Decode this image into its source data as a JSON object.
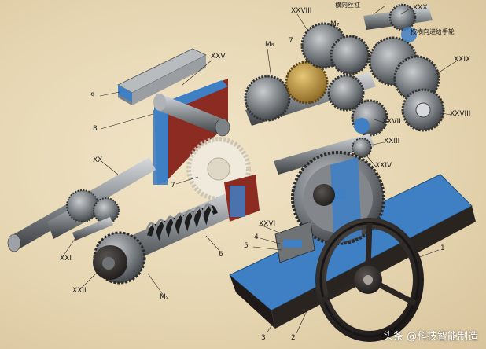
{
  "labels": {
    "lead_screw_cn": "横向丝杠",
    "xxx": "XXX",
    "handwheel_cn": "按横向进给手轮",
    "xxviii_top": "XXVIII",
    "m7": "M₇",
    "m8": "M₈",
    "num7_top": "7",
    "xxv": "XXV",
    "num9": "9",
    "num8": "8",
    "xxix": "XXIX",
    "xxviii_right": "XXVIII",
    "xxvii": "XXVII",
    "xxiii": "XXIII",
    "xxiv": "XXIV",
    "xx": "XX",
    "num7_mid": "7",
    "xxvi": "XXVI",
    "num4": "4",
    "num5": "5",
    "num6": "6",
    "xxi": "XXI",
    "xxii": "XXII",
    "m9": "M₉",
    "num1": "1",
    "num3": "3",
    "num2": "2"
  },
  "watermark": "头条 @科技智能制造",
  "colors": {
    "background": "#e7d8b6",
    "metal": "#8a8d90",
    "cutaway_blue": "#3f7fc4",
    "housing_red": "#8c2b22",
    "wheel_dark": "#2b2624",
    "brass": "#b8913a"
  }
}
